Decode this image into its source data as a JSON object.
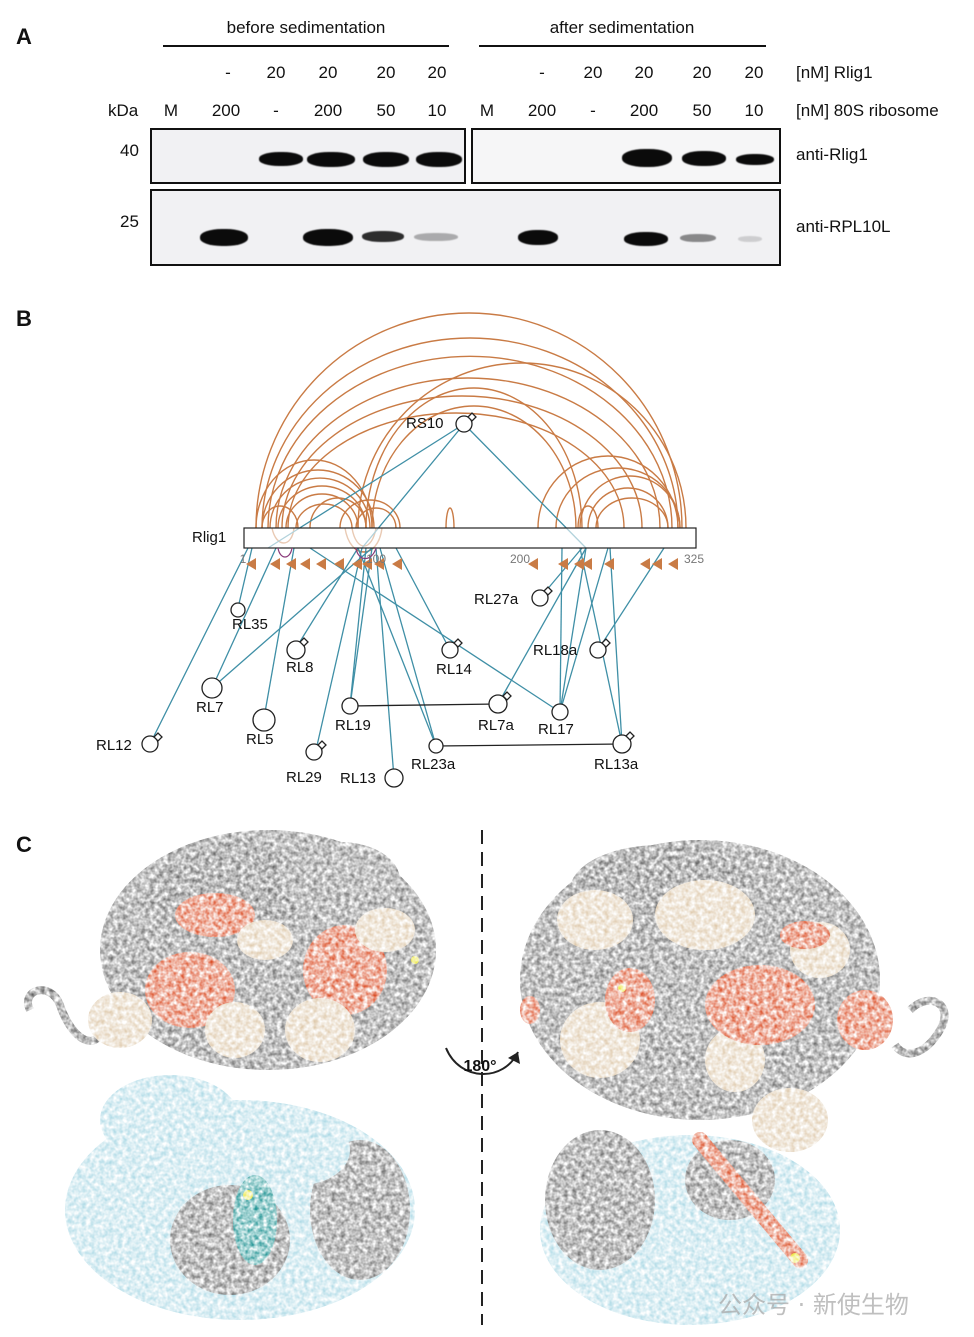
{
  "panel_a": {
    "label": "A",
    "group_before": "before sedimentation",
    "group_after": "after sedimentation",
    "row_rlig1": {
      "before": [
        "-",
        "20",
        "20",
        "20",
        "20"
      ],
      "after": [
        "-",
        "20",
        "20",
        "20",
        "20"
      ],
      "label": "[nM] Rlig1"
    },
    "row_ribosome": {
      "unit": "kDa",
      "before": [
        "M",
        "200",
        "-",
        "200",
        "50",
        "10"
      ],
      "after": [
        "M",
        "200",
        "-",
        "200",
        "50",
        "10"
      ],
      "label": "[nM] 80S ribosome"
    },
    "mw_40": "40",
    "mw_25": "25",
    "blot_top_label": "anti-Rlig1",
    "blot_bottom_label": "anti-RPL10L"
  },
  "panel_b": {
    "label": "B",
    "protein_label": "Rlig1",
    "axis_ticks": [
      "1",
      "100",
      "200",
      "325"
    ],
    "nodes": [
      "RS10",
      "RL27a",
      "RL35",
      "RL8",
      "RL14",
      "RL18a",
      "RL7",
      "RL19",
      "RL7a",
      "RL17",
      "RL5",
      "RL12",
      "RL29",
      "RL13",
      "RL23a",
      "RL13a"
    ],
    "colors": {
      "intra_link": "#c97b45",
      "inter_link": "#3f8fa6",
      "box": "#222222"
    }
  },
  "panel_c": {
    "label": "C",
    "rotation_label": "180°",
    "colors": {
      "rna_gray": "#6a6a6a",
      "protein_orange": "#d9461d",
      "protein_tan": "#dcc6a7",
      "small_subunit_cyan": "#a8d7e4",
      "highlight_teal": "#0f8c8c",
      "marker_yellow": "#e9e320"
    }
  },
  "watermark": "公众号 · 新使生物"
}
